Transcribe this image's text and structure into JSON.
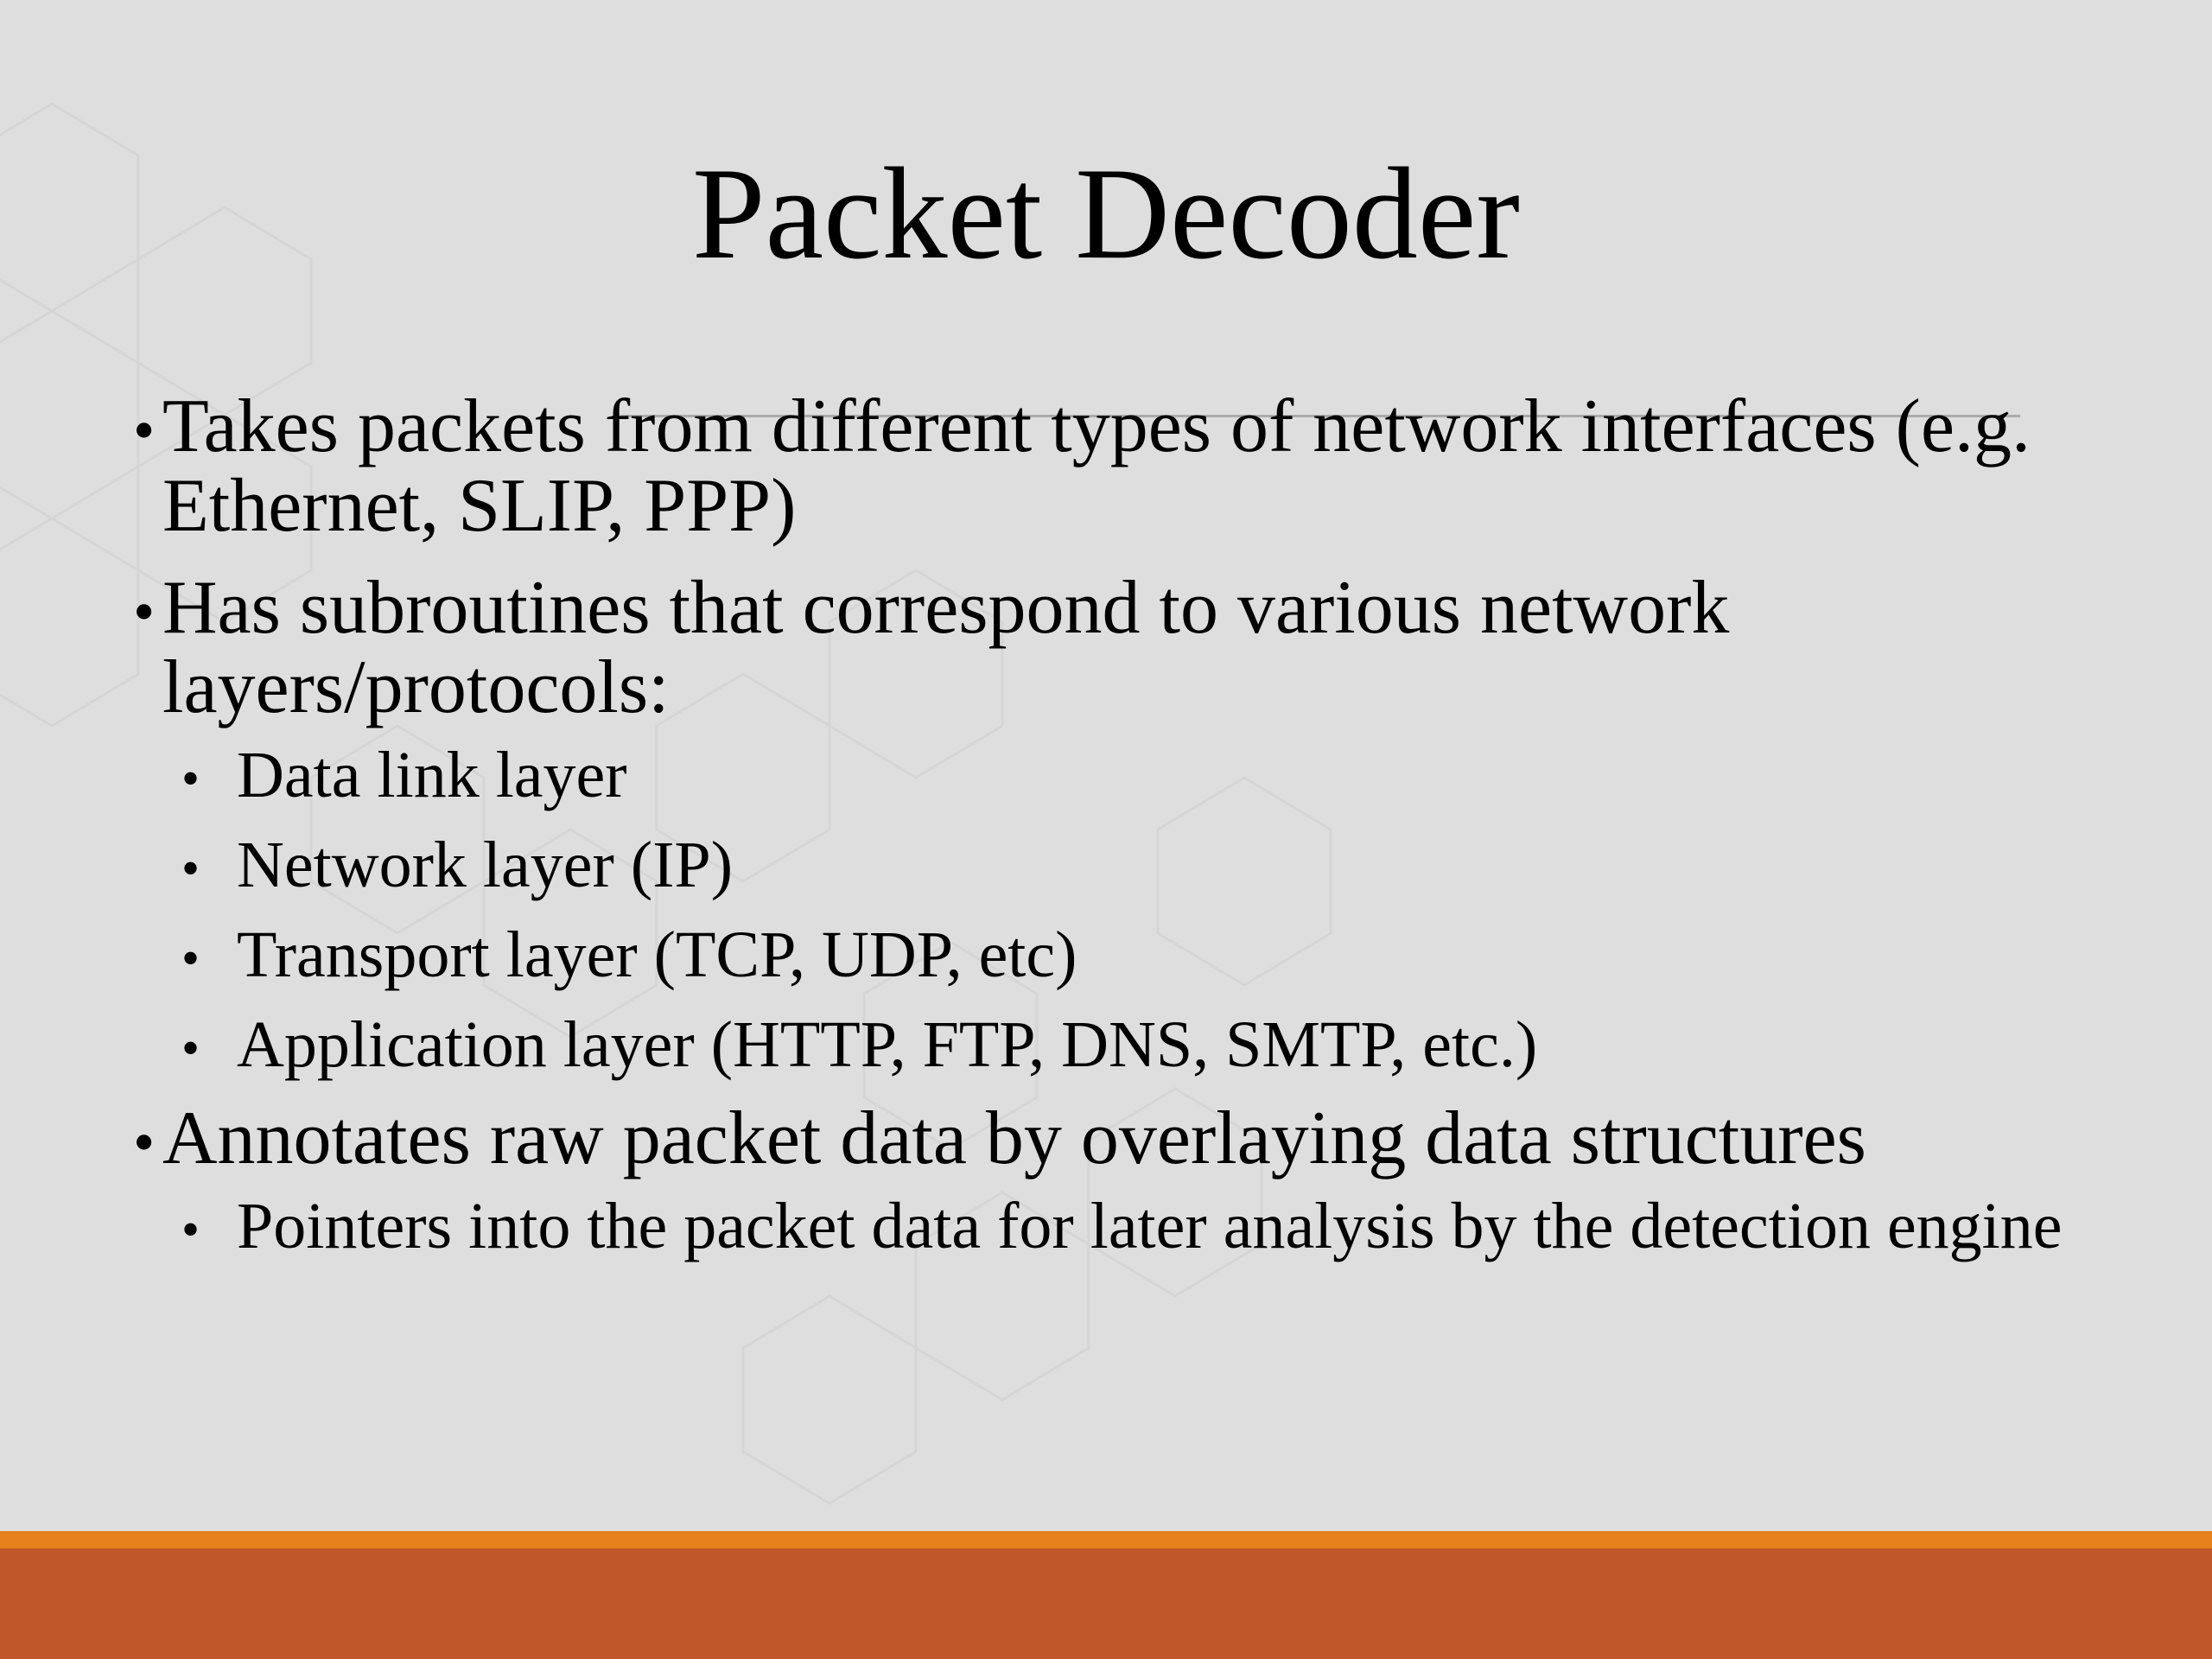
{
  "slide": {
    "title": "Packet Decoder",
    "bullets": [
      {
        "text": "Takes packets from different types of network interfaces (e.g. Ethernet, SLIP, PPP)",
        "sub_bullets": []
      },
      {
        "text": "Has subroutines that correspond to various network layers/protocols:",
        "sub_bullets": [
          "Data link layer",
          "Network layer (IP)",
          "Transport layer (TCP, UDP, etc)",
          "Application layer (HTTP, FTP, DNS, SMTP, etc.)"
        ]
      },
      {
        "text": "Annotates raw packet data by overlaying data structures",
        "sub_bullets": [
          "Pointers into the packet data for later analysis by the detection engine"
        ]
      }
    ],
    "bullet_glyph": "•"
  },
  "theme": {
    "background": "#dedede",
    "footer_accent": "#e5821c",
    "footer_band": "#bf572b",
    "text_color": "#000000"
  }
}
